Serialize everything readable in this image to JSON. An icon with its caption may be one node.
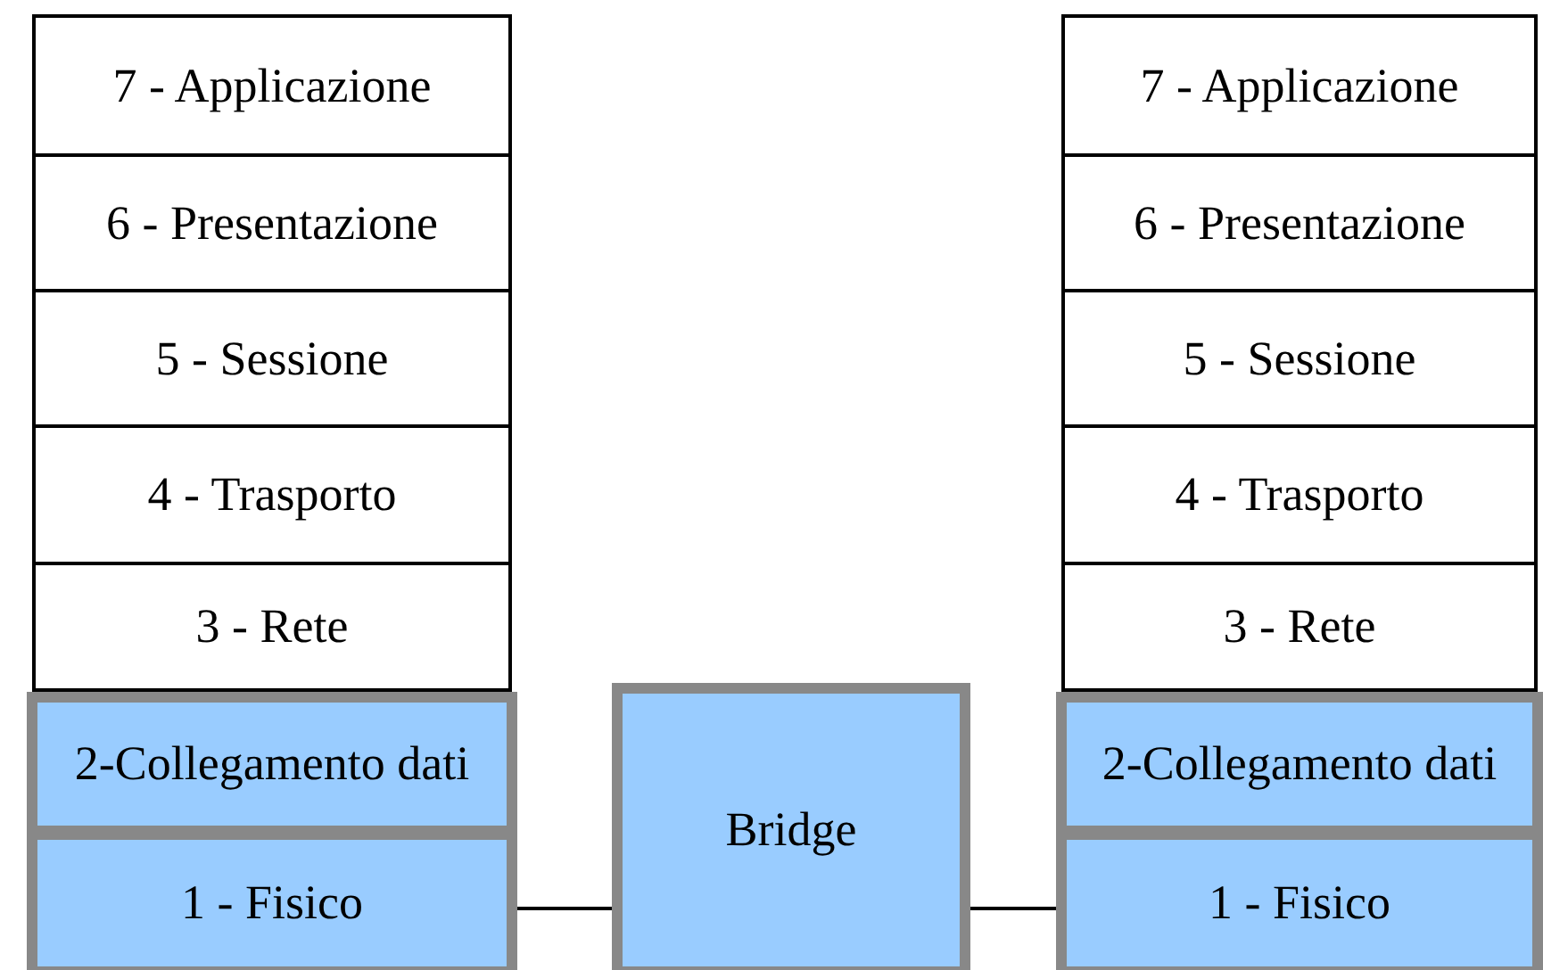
{
  "diagram": {
    "nodes": [
      {
        "text": [
          "7 - Applicazione"
        ]
      },
      {
        "text": [
          "6 - Presentazione"
        ]
      },
      {
        "text": [
          "5 - Sessione"
        ]
      },
      {
        "text": [
          "4 - Trasporto"
        ]
      },
      {
        "text": [
          "3 - Rete"
        ]
      },
      {
        "text": [
          "2-Collegamento dati"
        ]
      },
      {
        "text": [
          "1 - Fisico"
        ]
      },
      {
        "text": [
          "Bridge"
        ]
      },
      {
        "text": [
          "7 - Applicazione"
        ]
      },
      {
        "text": [
          "6 - Presentazione"
        ]
      },
      {
        "text": [
          "5 - Sessione"
        ]
      },
      {
        "text": [
          "4 - Trasporto"
        ]
      },
      {
        "text": [
          "3 - Rete"
        ]
      },
      {
        "text": [
          "2-Collegamento dati"
        ]
      },
      {
        "text": [
          "1 - Fisico"
        ]
      }
    ],
    "edges": [
      {
        "from": 6,
        "to": 7,
        "arrow": "none"
      },
      {
        "from": 7,
        "to": 14,
        "arrow": "none"
      }
    ]
  }
}
